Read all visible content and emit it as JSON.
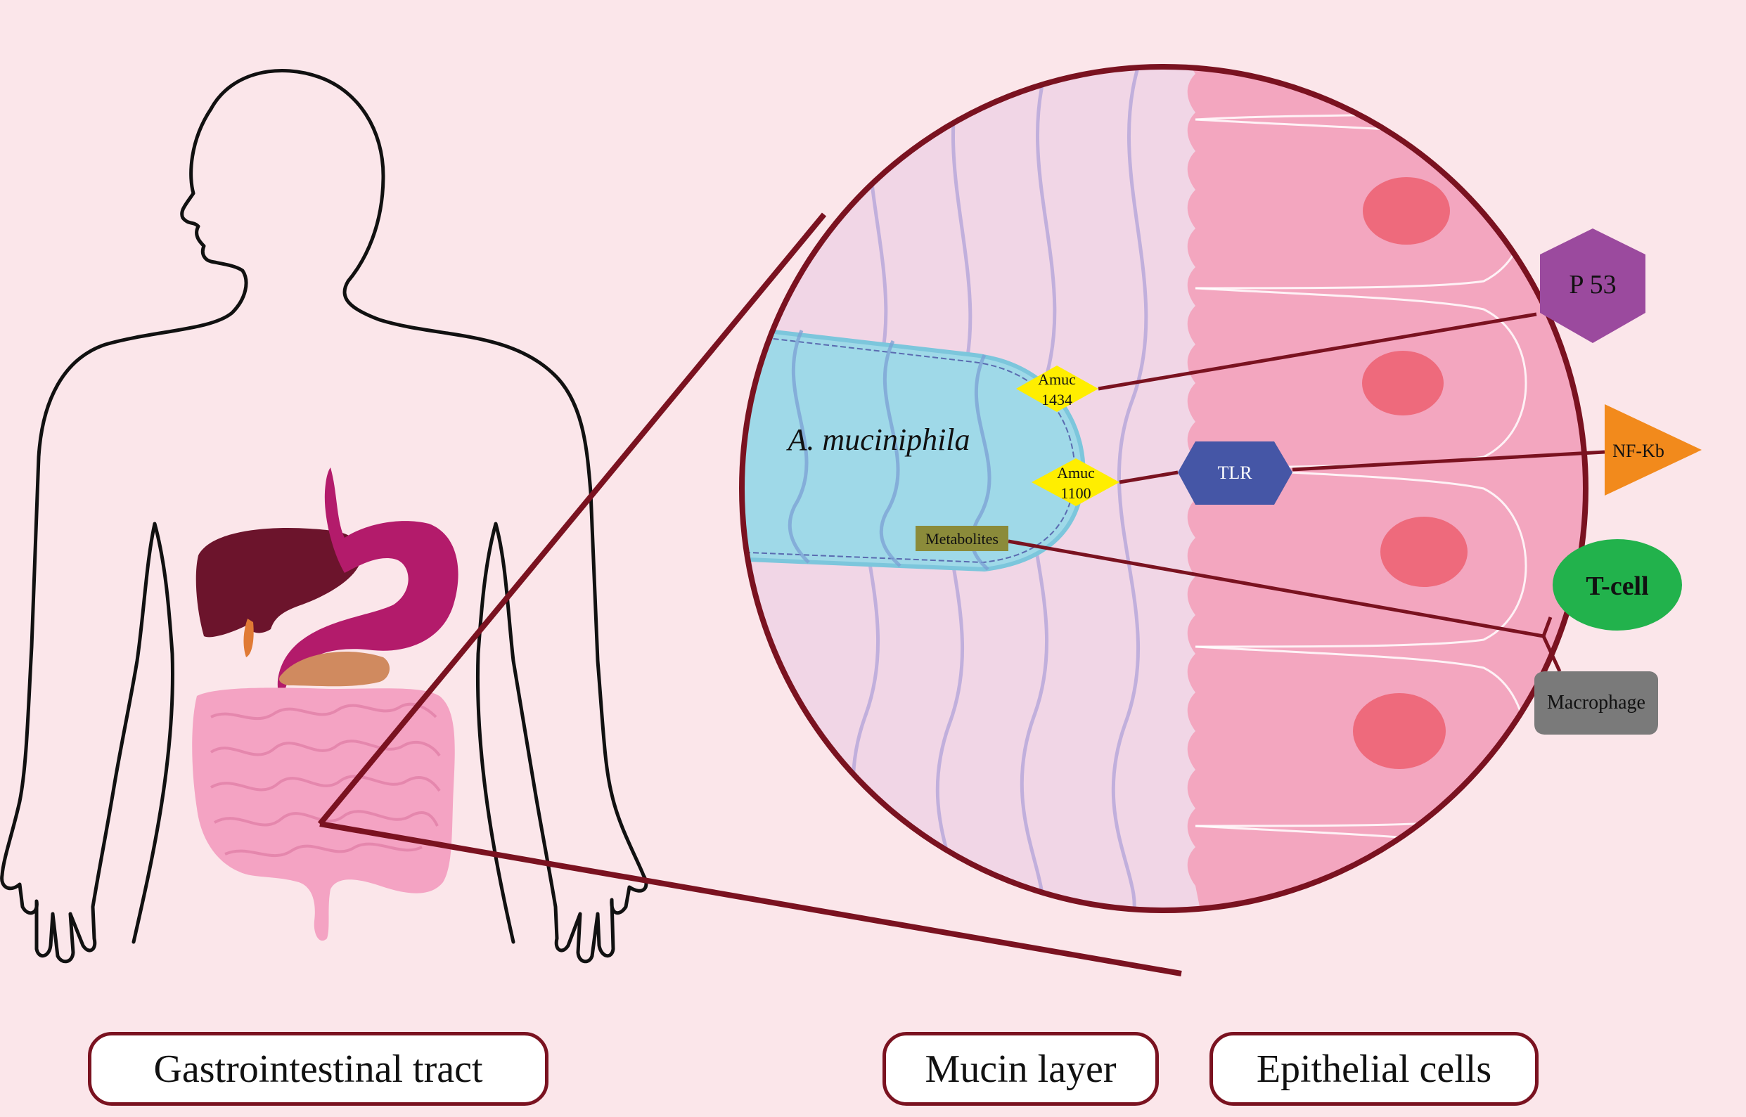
{
  "labels": {
    "gi_tract": "Gastrointestinal tract",
    "mucin_layer": "Mucin layer",
    "epithelial_cells": "Epithelial cells"
  },
  "bacterium": {
    "name": "A. muciniphila"
  },
  "molecules": {
    "amuc1434_line1": "Amuc",
    "amuc1434_line2": "1434",
    "amuc1100_line1": "Amuc",
    "amuc1100_line2": "1100",
    "metabolites": "Metabolites"
  },
  "targets": {
    "p53": "P 53",
    "tlr": "TLR",
    "nfkb": "NF-Kb",
    "tcell": "T-cell",
    "macrophage": "Macrophage"
  },
  "colors": {
    "background": "#fbe6ea",
    "frame": "#7a1220",
    "mucin": "#f1d6e6",
    "epithelium": "#f3a6bf",
    "nucleus": "#ee6a7c",
    "bacterium": "#9fd9e8",
    "amuc": "#ffee00",
    "metabolites": "#8b8b3a",
    "p53": "#9b4a9e",
    "tlr": "#4556a6",
    "nfkb": "#f28a1c",
    "tcell": "#22b24c",
    "macrophage": "#7a7a7a"
  },
  "icons": [
    "human-body-outline-icon",
    "liver-icon",
    "stomach-icon",
    "pancreas-icon",
    "intestine-icon"
  ]
}
